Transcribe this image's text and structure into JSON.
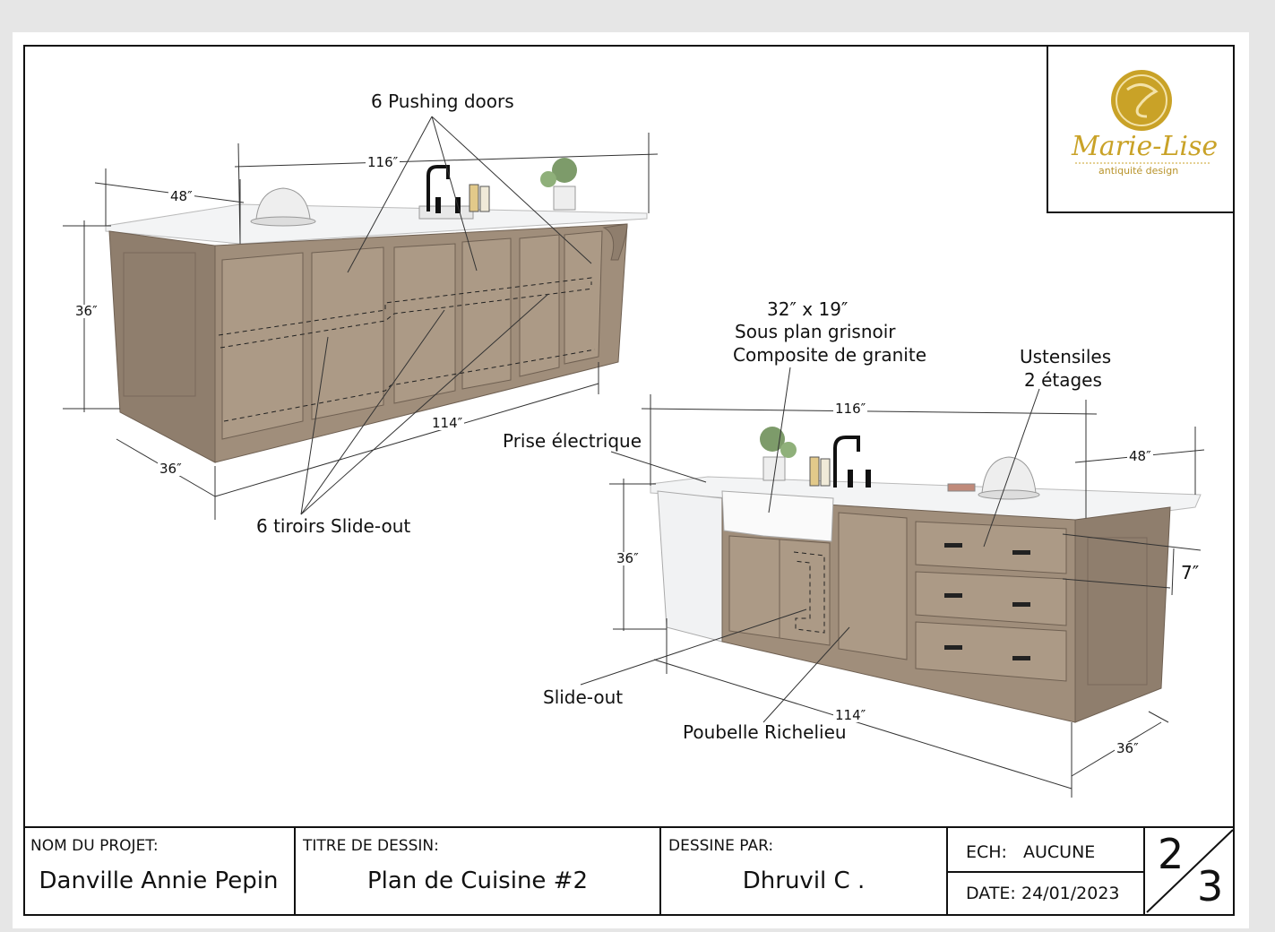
{
  "annotations": {
    "pushing_doors": "6 Pushing doors",
    "tiroirs": "6 tiroirs Slide-out",
    "sink_dims": "32″ x 19″",
    "sink_line2": "Sous plan grisnoir",
    "sink_line3": "Composite de granite",
    "ustensiles_l1": "Ustensiles",
    "ustensiles_l2": "2 étages",
    "prise": "Prise électrique",
    "slide_out": "Slide-out",
    "poubelle": "Poubelle Richelieu"
  },
  "dimensions": {
    "left_top_116": "116″",
    "left_48": "48″",
    "left_36_h": "36″",
    "left_114": "114″",
    "left_36_d": "36″",
    "right_116": "116″",
    "right_48": "48″",
    "right_36_h": "36″",
    "right_7": "7″",
    "right_114": "114″",
    "right_36_d": "36″"
  },
  "logo": {
    "name": "Marie-Lise",
    "subtitle": "antiquité design"
  },
  "title_block": {
    "project_label": "NOM DU PROJET:",
    "project_value": "Danville Annie Pepin",
    "drawing_label": "TITRE DE DESSIN:",
    "drawing_value": "Plan de Cuisine #2",
    "drawn_label": "DESSINE PAR:",
    "drawn_value": "Dhruvil C .",
    "scale_label": "ECH:",
    "scale_value": "AUCUNE",
    "date_label": "DATE:",
    "date_value": "24/01/2023",
    "page_current": "2",
    "page_total": "3"
  },
  "colors": {
    "wood": "#9c8a78",
    "wood_dark": "#7d6d5e",
    "counter": "#f4f5f6",
    "logo_gold": "#c9a227"
  }
}
